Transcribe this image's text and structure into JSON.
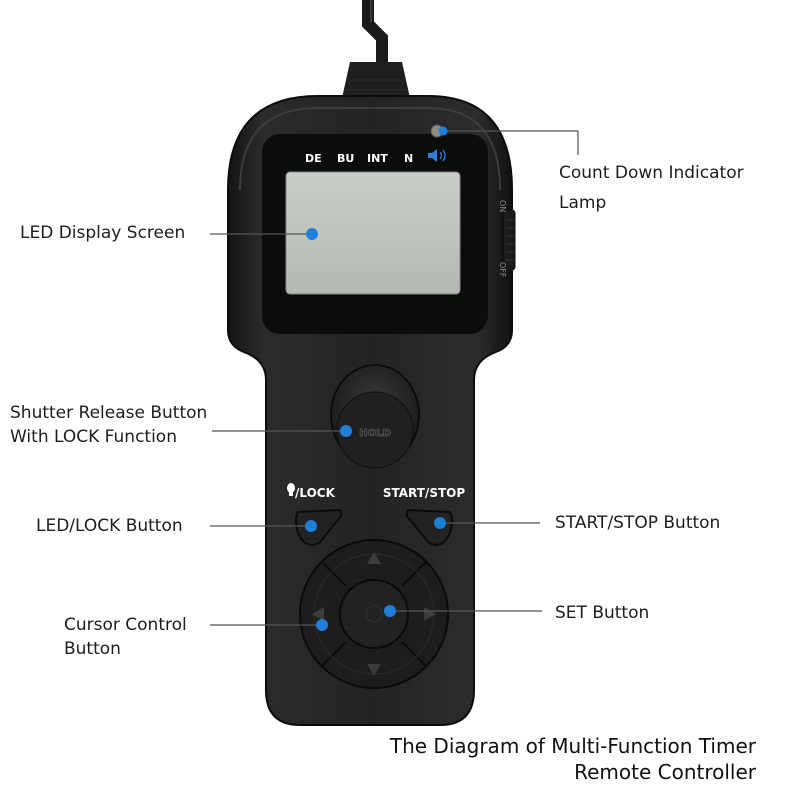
{
  "accent_color": "#1f7fd8",
  "device": {
    "screen_indicators": [
      "DE",
      "BU",
      "INT",
      "N"
    ],
    "speaker_icon": "speaker-icon",
    "switch_labels": {
      "on": "ON",
      "off": "OFF"
    },
    "shutter_button_text": "HOLD",
    "led_lock_label": "/LOCK",
    "bulb_icon": "bulb-icon",
    "start_stop_label": "START/STOP",
    "arrow_icons": [
      "arrow-up-icon",
      "arrow-down-icon",
      "arrow-left-icon",
      "arrow-right-icon"
    ]
  },
  "callouts": {
    "countdown_lamp": [
      "Count Down Indicator",
      "Lamp"
    ],
    "led_display": "LED Display Screen",
    "shutter": [
      "Shutter Release Button",
      "With LOCK Function"
    ],
    "led_lock": "LED/LOCK Button",
    "start_stop": "START/STOP Button",
    "set": "SET Button",
    "cursor": [
      "Cursor Control",
      "Button"
    ]
  },
  "caption": {
    "line1": "The Diagram of Multi-Function Timer",
    "line2": "Remote Controller"
  }
}
